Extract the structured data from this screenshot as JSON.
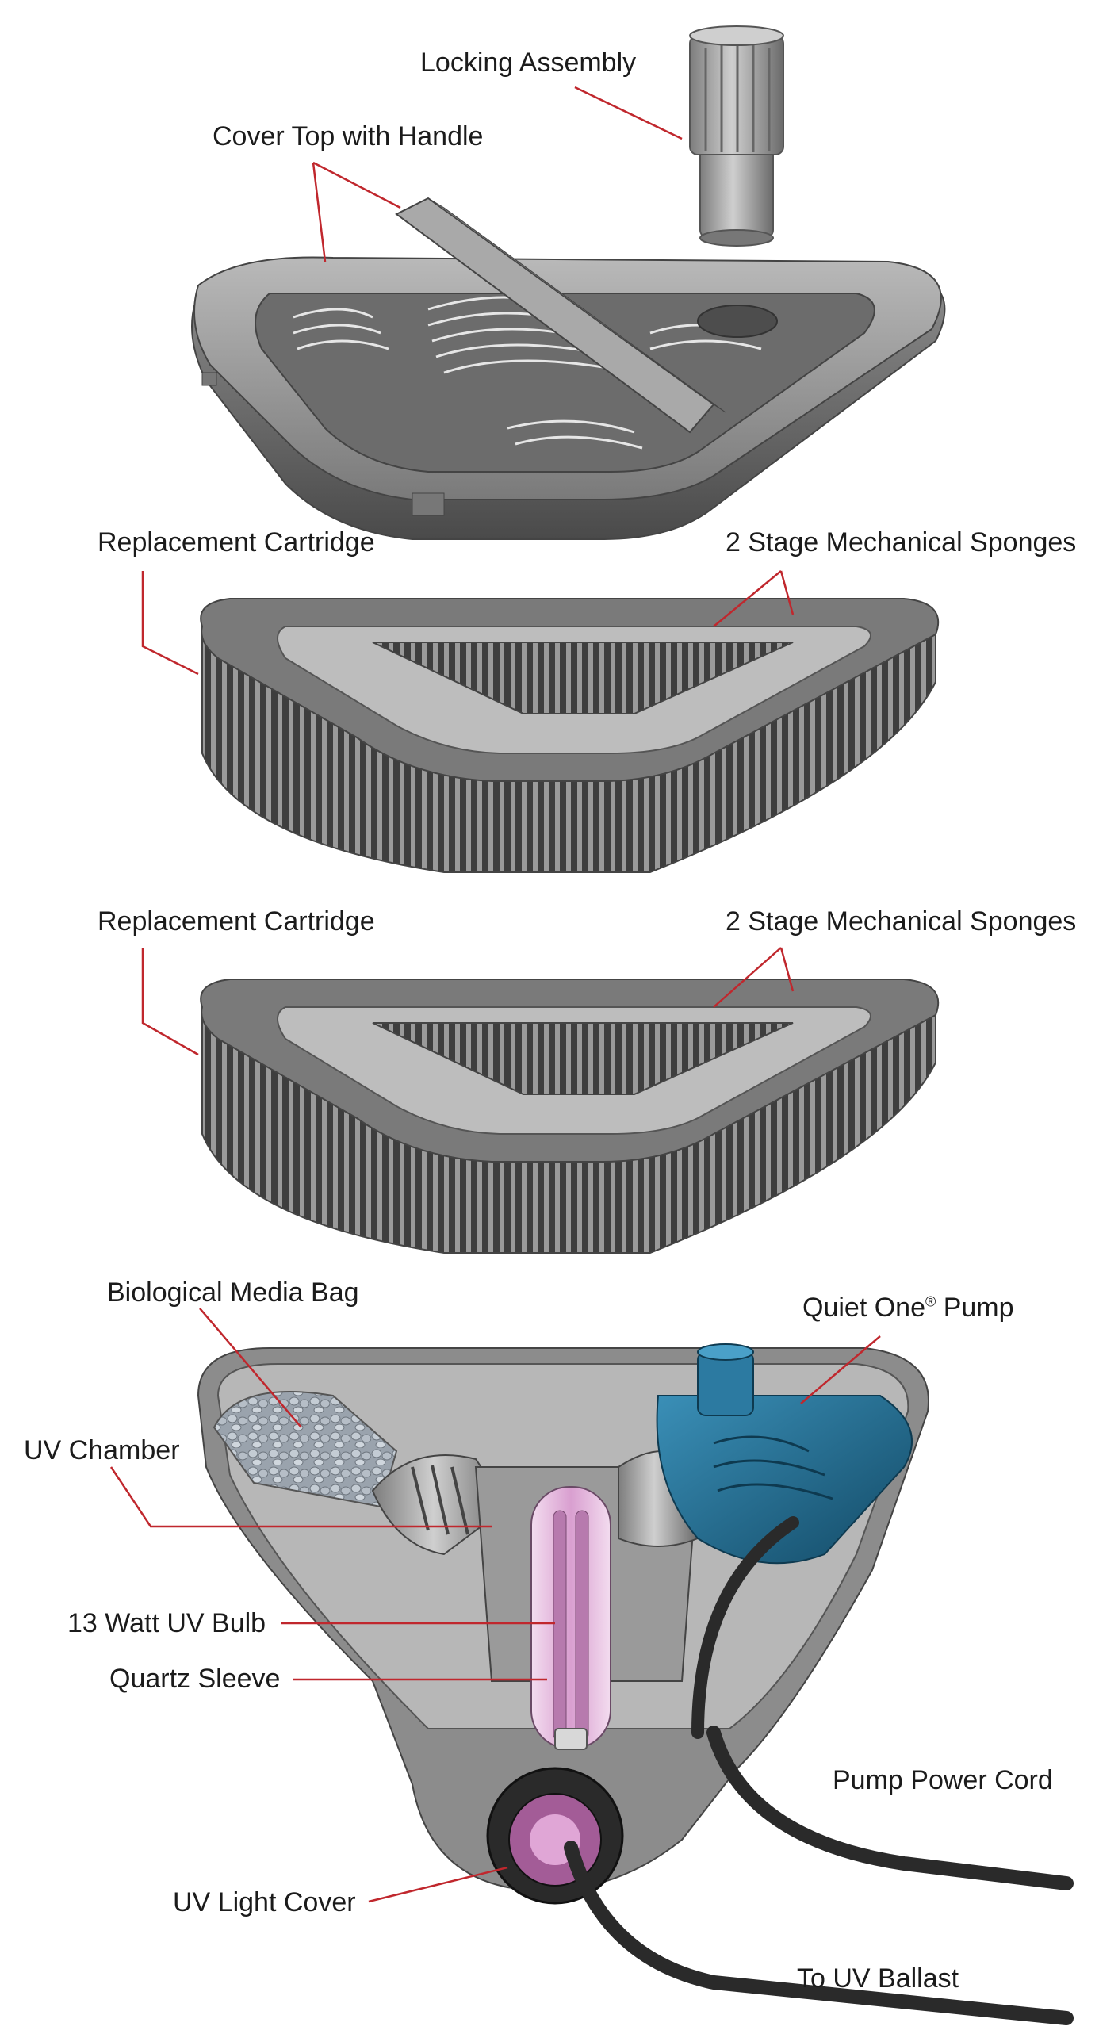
{
  "labels": {
    "locking_assembly": "Locking Assembly",
    "cover_top": "Cover Top with Handle",
    "replacement_cartridge_1": "Replacement Cartridge",
    "sponges_1": "2 Stage Mechanical Sponges",
    "replacement_cartridge_2": "Replacement Cartridge",
    "sponges_2": "2 Stage Mechanical Sponges",
    "bio_media_bag": "Biological Media Bag",
    "pump_name": "Quiet One",
    "pump_reg": "®",
    "pump_word": " Pump",
    "uv_chamber": "UV Chamber",
    "uv_bulb": "13 Watt UV Bulb",
    "quartz_sleeve": "Quartz Sleeve",
    "pump_cord": "Pump Power Cord",
    "uv_light_cover": "UV Light Cover",
    "uv_ballast": "To UV Ballast"
  },
  "colors": {
    "leader_line": "#c0272d",
    "housing_gray": "#8a8a8a",
    "housing_dark": "#555555",
    "pump_blue": "#1f6a8c",
    "uv_pink": "#e7b6de",
    "cord_black": "#2a2a2a"
  }
}
